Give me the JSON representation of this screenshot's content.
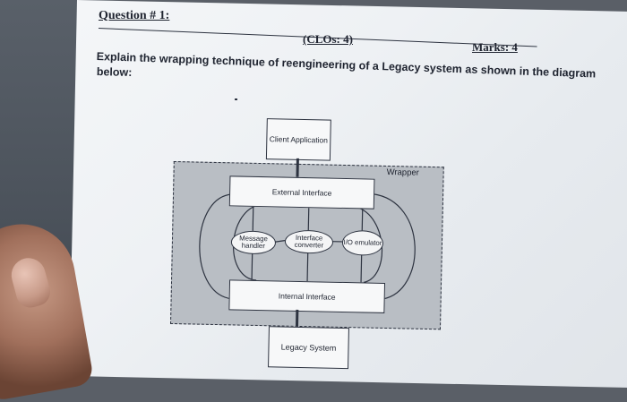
{
  "question": {
    "title": "Question # 1:",
    "clos": "(CLOs: 4)",
    "marks": "Marks: 4",
    "prompt_line1": "Explain the wrapping technique of reengineering of a Legacy system as shown in the diagram",
    "prompt_line2": "below:"
  },
  "diagram": {
    "client": "Client Application",
    "wrapper_label": "Wrapper",
    "external_interface": "External Interface",
    "ovals": [
      {
        "label": "Message handler"
      },
      {
        "label": "Interface converter"
      },
      {
        "label": "I/O emulator"
      }
    ],
    "internal_interface": "Internal Interface",
    "legacy_system": "Legacy System"
  }
}
